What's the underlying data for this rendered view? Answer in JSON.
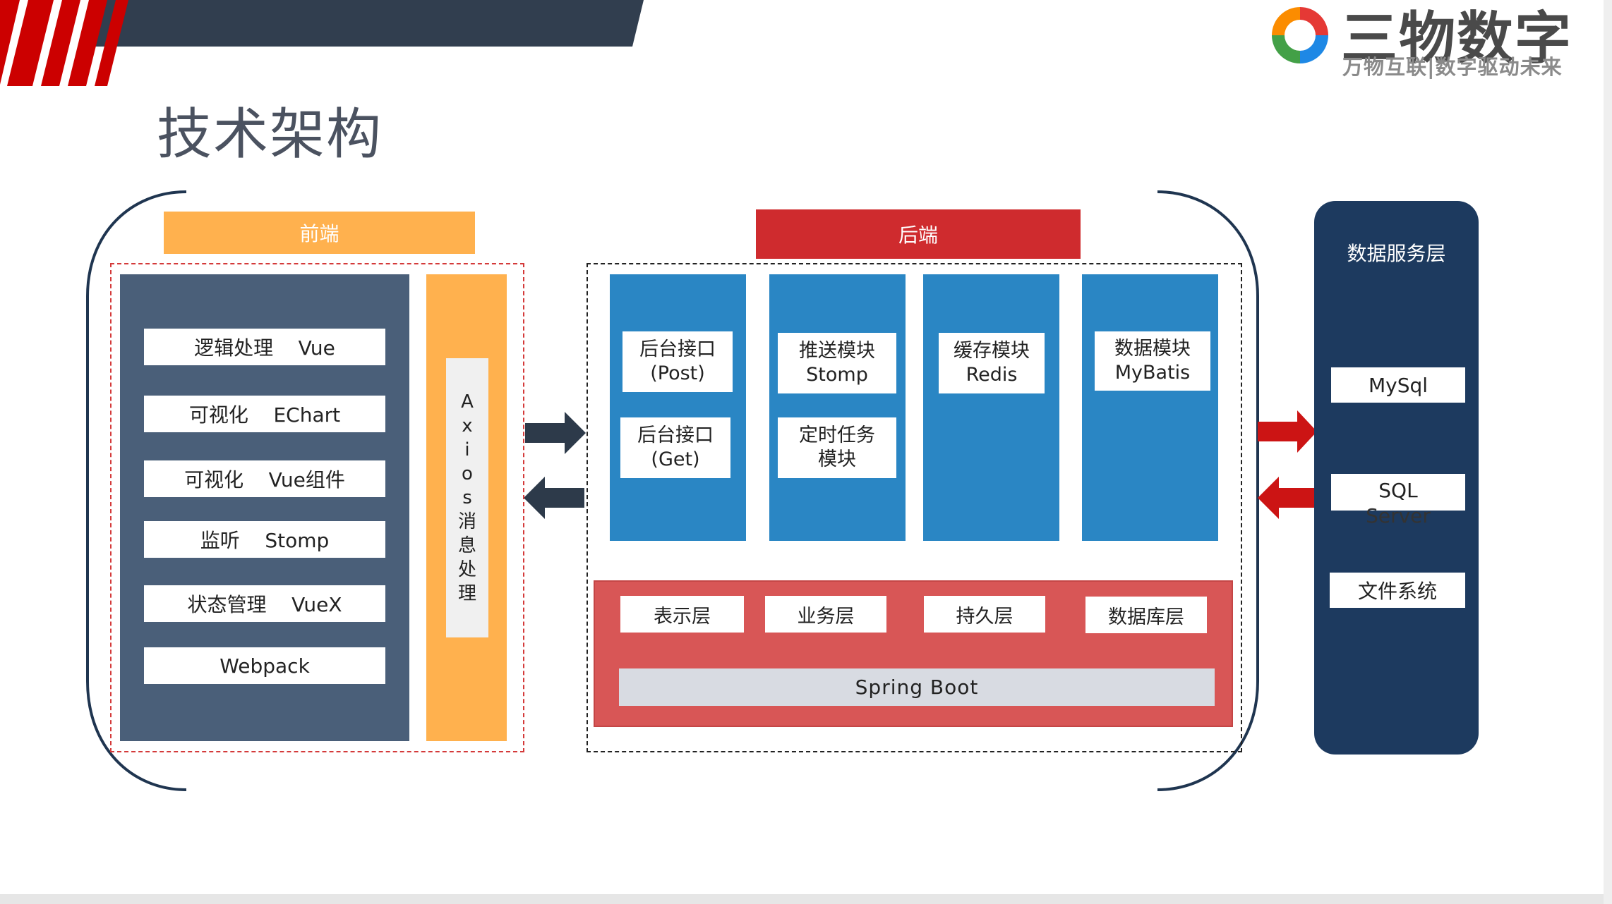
{
  "title": "技术架构",
  "logo": {
    "name": "三物数字",
    "slogan": "万物互联|数字驱动未来"
  },
  "frontend": {
    "header": "前端",
    "items": [
      "逻辑处理    Vue",
      "可视化    EChart",
      "可视化    Vue组件",
      "监听    Stomp",
      "状态管理    VueX",
      "Webpack"
    ],
    "axios": [
      "A",
      "x",
      "i",
      "o",
      "s",
      "消",
      "息",
      "处",
      "理"
    ]
  },
  "backend": {
    "header": "后端",
    "columns": [
      {
        "boxes": [
          "后台接口\n(Post)",
          "后台接口\n(Get)"
        ]
      },
      {
        "boxes": [
          "推送模块\nStomp",
          "定时任务\n模块"
        ]
      },
      {
        "boxes": [
          "缓存模块\nRedis"
        ]
      },
      {
        "boxes": [
          "数据模块\nMyBatis"
        ]
      }
    ],
    "layers": [
      "表示层",
      "业务层",
      "持久层",
      "数据库层"
    ],
    "framework": "Spring  Boot"
  },
  "data_service": {
    "title": "数据服务层",
    "mysql": "MySql",
    "sql_line1": "SQL",
    "sql_line2": "Server",
    "filesystem": "文件系统"
  },
  "colors": {
    "frontend_accent": "#ffb14e",
    "backend_accent": "#cf2b2e",
    "frontend_panel": "#4a5f79",
    "backend_module": "#2a86c4",
    "backend_layer": "#d85656",
    "data_panel": "#1d3a5f",
    "arrow_dark": "#2d3a4a",
    "arrow_red": "#cc1414",
    "header_bar": "#313e4f",
    "header_red": "#cc0000"
  },
  "icons": {
    "logo": "swirl-logo-icon",
    "arrows": [
      "arrow-right-icon",
      "arrow-left-icon",
      "arrow-right-icon",
      "arrow-left-icon"
    ]
  }
}
